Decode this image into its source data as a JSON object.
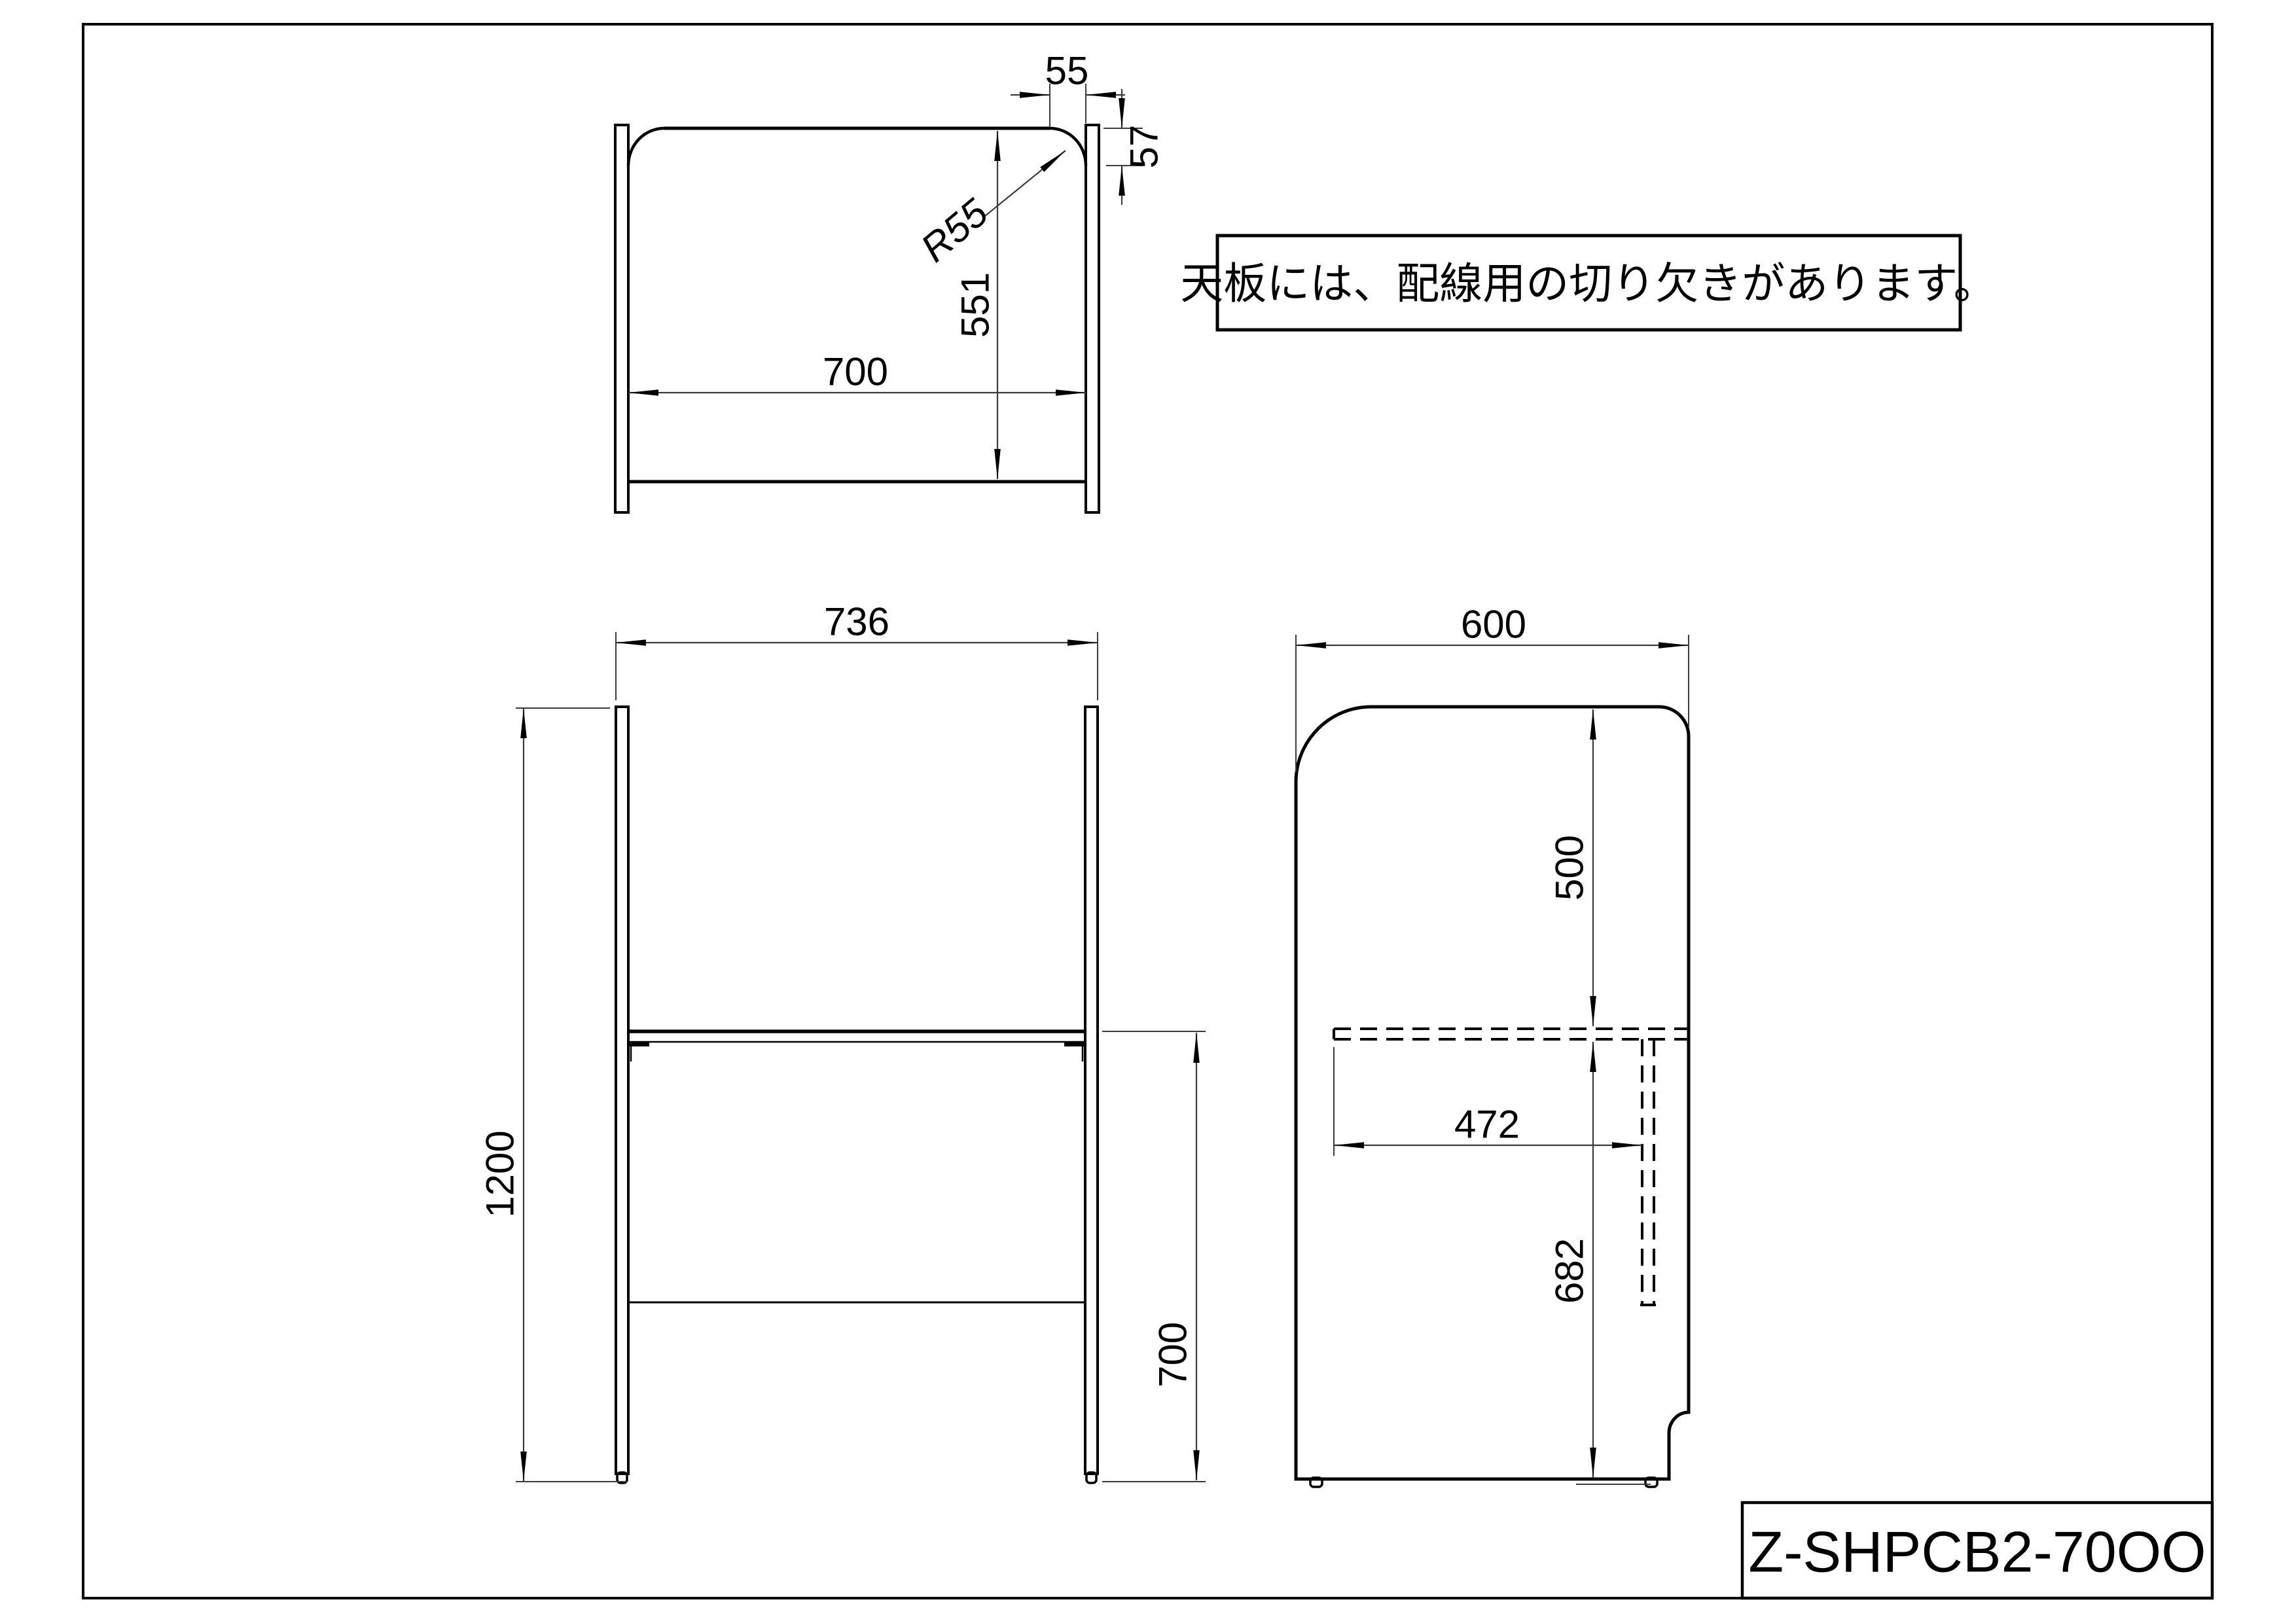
{
  "drawing": {
    "note_text": "天板には、配線用の切り欠きがあります。",
    "model_code": "Z-SHPCB2-70OO",
    "colors": {
      "line": "#000000",
      "thin_line": "#3c3c3c",
      "background": "#ffffff"
    },
    "dims": {
      "top_cutout_width": "55",
      "top_cutout_depth": "57",
      "top_cutout_radius": "R55",
      "top_board_depth": "551",
      "top_inner_width": "700",
      "front_outer_width": "736",
      "front_total_height": "1200",
      "front_desk_height": "700",
      "side_depth": "600",
      "side_above_desk": "500",
      "side_panel_offset": "472",
      "side_below_desk": "682"
    }
  }
}
